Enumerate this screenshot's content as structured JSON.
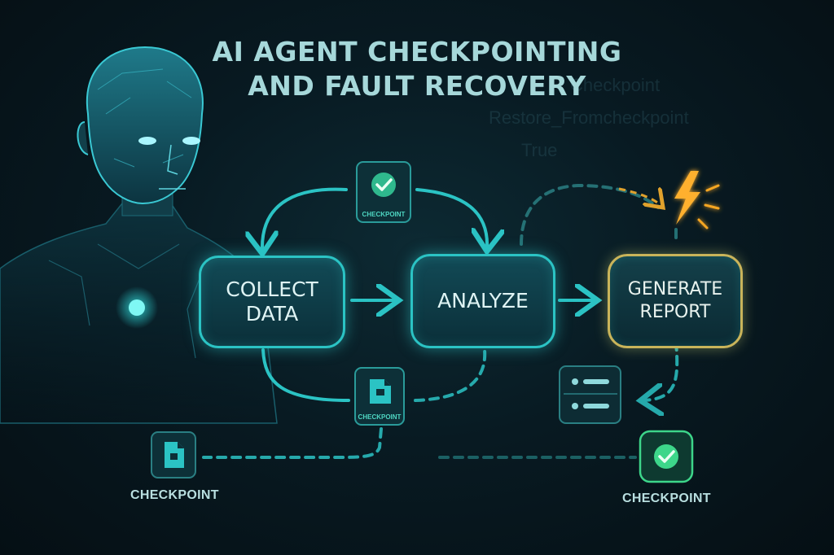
{
  "title": {
    "line1": "AI AGENT CHECKPOINTING",
    "line2": "AND FAULT RECOVERY"
  },
  "background_text": {
    "line1": "Checkpoint",
    "line2": "Restore_Fromcheckpoint",
    "line3": "True"
  },
  "nodes": {
    "collect_line1": "COLLECT",
    "collect_line2": "DATA",
    "analyze": "ANALYZE",
    "report_line1": "GENERATE",
    "report_line2": "REPORT"
  },
  "checkpoints": {
    "top_label": "CHECKPOINT",
    "bottom_label": "CHECKPOINT",
    "left_label": "CHECKPOINT",
    "right_label": "CHECKPOINT"
  },
  "colors": {
    "accent": "#2bc3c4",
    "success": "#3dd68a",
    "fault": "#f5a623",
    "background": "#07131a"
  },
  "icons": [
    "check-icon",
    "document-icon",
    "lightning-icon",
    "list-icon",
    "agent-head"
  ]
}
